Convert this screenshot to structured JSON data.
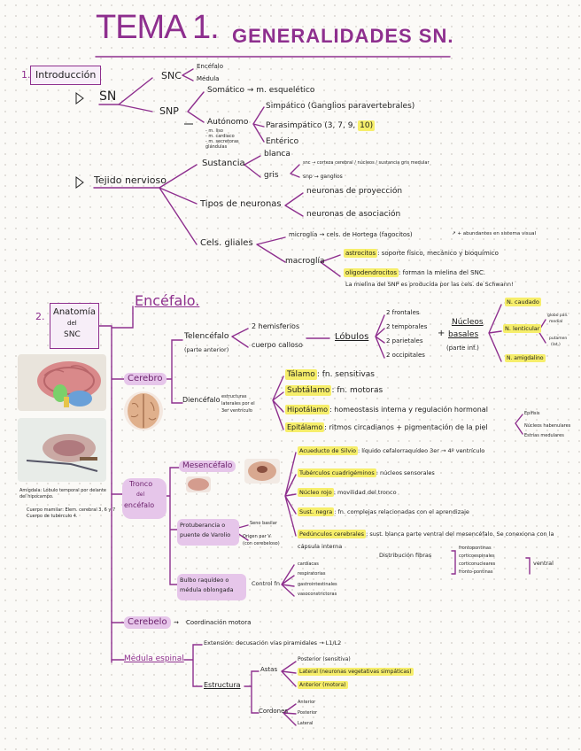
{
  "title": {
    "tema": "TEMA 1.",
    "sub": "GENERALIDADES SN."
  },
  "s1": {
    "num": "1.",
    "label": "Introducción",
    "sn": "SN",
    "snc": "SNC",
    "encefalo": "Encéfalo",
    "medula": "Médula",
    "snp": "SNP",
    "somatico": "Somático → m. esquelético",
    "autonomo": "Autónomo",
    "auto_notes": [
      "- m. liso",
      "- m. cardiaco",
      "- m. secretoras",
      "  glándulas"
    ],
    "simpatico": "Simpático (Ganglios paravertebrales)",
    "parasim": "Parasimpático (3, 7, 9,",
    "parasim_hl": "10)",
    "enterico": "Entérico",
    "tejido": "Tejido nervioso",
    "sustancia": "Sustancia",
    "blanca": "blanca",
    "gris": "gris",
    "snc_gris": "snc → corteza cerebral / núcleos / sustancia gris medular",
    "snp_gris": "snp → ganglios",
    "tipos": "Tipos de neuronas",
    "proyeccion": "neuronas de proyección",
    "asociacion": "neuronas de asociación",
    "glia": "Cels. gliales",
    "microglia": "microglía → cels. de Hortega (fagocitos)",
    "microglia_note": "↗ + abundantes en sistema visual",
    "macroglia": "macroglía",
    "astro": "astrocitos",
    "astro_t": ": soporte físico, mecánico y bioquímico",
    "oligo": "oligodendrocitos",
    "oligo_t": ": forman la mielina del SNC.",
    "oligo_note": "La mielina del SNP es producida por las cels. de Schwann!"
  },
  "s2": {
    "num": "2.",
    "label1": "Anatomía",
    "label2": "del",
    "label3": "SNC",
    "encefalo": "Encéfalo.",
    "photo_caption": [
      "Amígdala: Lóbulo temporal por delante",
      "del hipocampo.",
      "Cuerpo mamilar: Elem. cerebral 3, 6 y 7",
      "Cuerpo de tubérculo 4."
    ],
    "cerebro": "Cerebro",
    "telencefalo": "Telencéfalo",
    "tel_note": "(parte anterior)",
    "hemisferios": "2 hemisferios",
    "cuerpo": "cuerpo calloso",
    "lobulos": "Lóbulos",
    "lob_list": [
      "2 frontales",
      "2 temporales",
      "2 parietales",
      "2 occipitales"
    ],
    "plus": "+",
    "nucleos": "Núcleos",
    "basales": "basales",
    "parte_inf": "(parte inf.)",
    "n_caudado": "N. caudado",
    "n_lenticular": "N. lenticular",
    "globo": [
      "globo páli.",
      "medial",
      "putamen",
      "(lat.)"
    ],
    "n_amig": "N. amigdalino",
    "diencefalo": "Diencéfalo",
    "dien_note": [
      "estructuras",
      "laterales por el",
      "3er ventrículo"
    ],
    "talamo": "Tálamo",
    "talamo_t": ": fn. sensitivas",
    "subtalamo": "Subtálamo",
    "subtalamo_t": ": fn. motoras",
    "hipotalamo": "Hipotálamo",
    "hipotalamo_t": ": homeostasis interna y regulación hormonal",
    "epitalamo": "Epitálamo",
    "epitalamo_t": ": ritmos circadianos + pigmentación de la piel",
    "epi_list": [
      "Epífisis",
      "Núcleos habenulares",
      "Estrías medulares"
    ],
    "tronco": [
      "Tronco",
      "del",
      "encéfalo"
    ],
    "mesencefalo": "Mesencéfalo",
    "acueducto": "Acueducto de Silvio",
    "acueducto_t": ": líquido cefalorraquídeo 3er → 4º ventrículo",
    "tuberculos": "Tubérculos cuadrigéminos",
    "tuberculos_t": ": núcleos sensorales",
    "nucleo_rojo": "Núcleo rojo",
    "nucleo_rojo_t": ": movilidad del tronco",
    "sust_negra": "Sust. negra",
    "sust_negra_t": ": fn. complejas relacionadas con el aprendizaje",
    "pedunculos": "Pedúnculos cerebrales",
    "pedunculos_t": ": sust. blanca parte ventral del mesencéfalo. Se conexiona con la",
    "pedunculos_t2": "cápsula interna",
    "distribucion": "Distribución fibras",
    "fibras": [
      "frontopontinas",
      "corticoespinales",
      "corticonucleares",
      "fronto-pontinas"
    ],
    "ventral": "ventral",
    "protuberancia": [
      "Protuberancia o",
      "puente de Varolio"
    ],
    "prot_notes": [
      "Seno basilar",
      "Origen par V",
      "(con cerebeloso)"
    ],
    "bulbo": [
      "Bulbo raquídeo o",
      "médula oblongada"
    ],
    "control": "Control fn",
    "bulbo_list": [
      "cardíacas",
      "respiratorias",
      "gastrointestinales",
      "vasoconstrictoras"
    ],
    "cerebelo": "Cerebelo",
    "cerebelo_t": "Coordinación motora",
    "medula": "Médula espinal",
    "extension": "Extensión: decusación vías piramidales → L1/L2",
    "estructura": "Estructura",
    "astas": "Astas",
    "astas_list": [
      "Posterior (sensitiva)",
      "Lateral (neuronas vegetativas simpáticas)",
      "Anterior (motora)"
    ],
    "cordones": "Cordones",
    "cordones_list": [
      "Anterior",
      "Posterior",
      "Lateral"
    ]
  }
}
